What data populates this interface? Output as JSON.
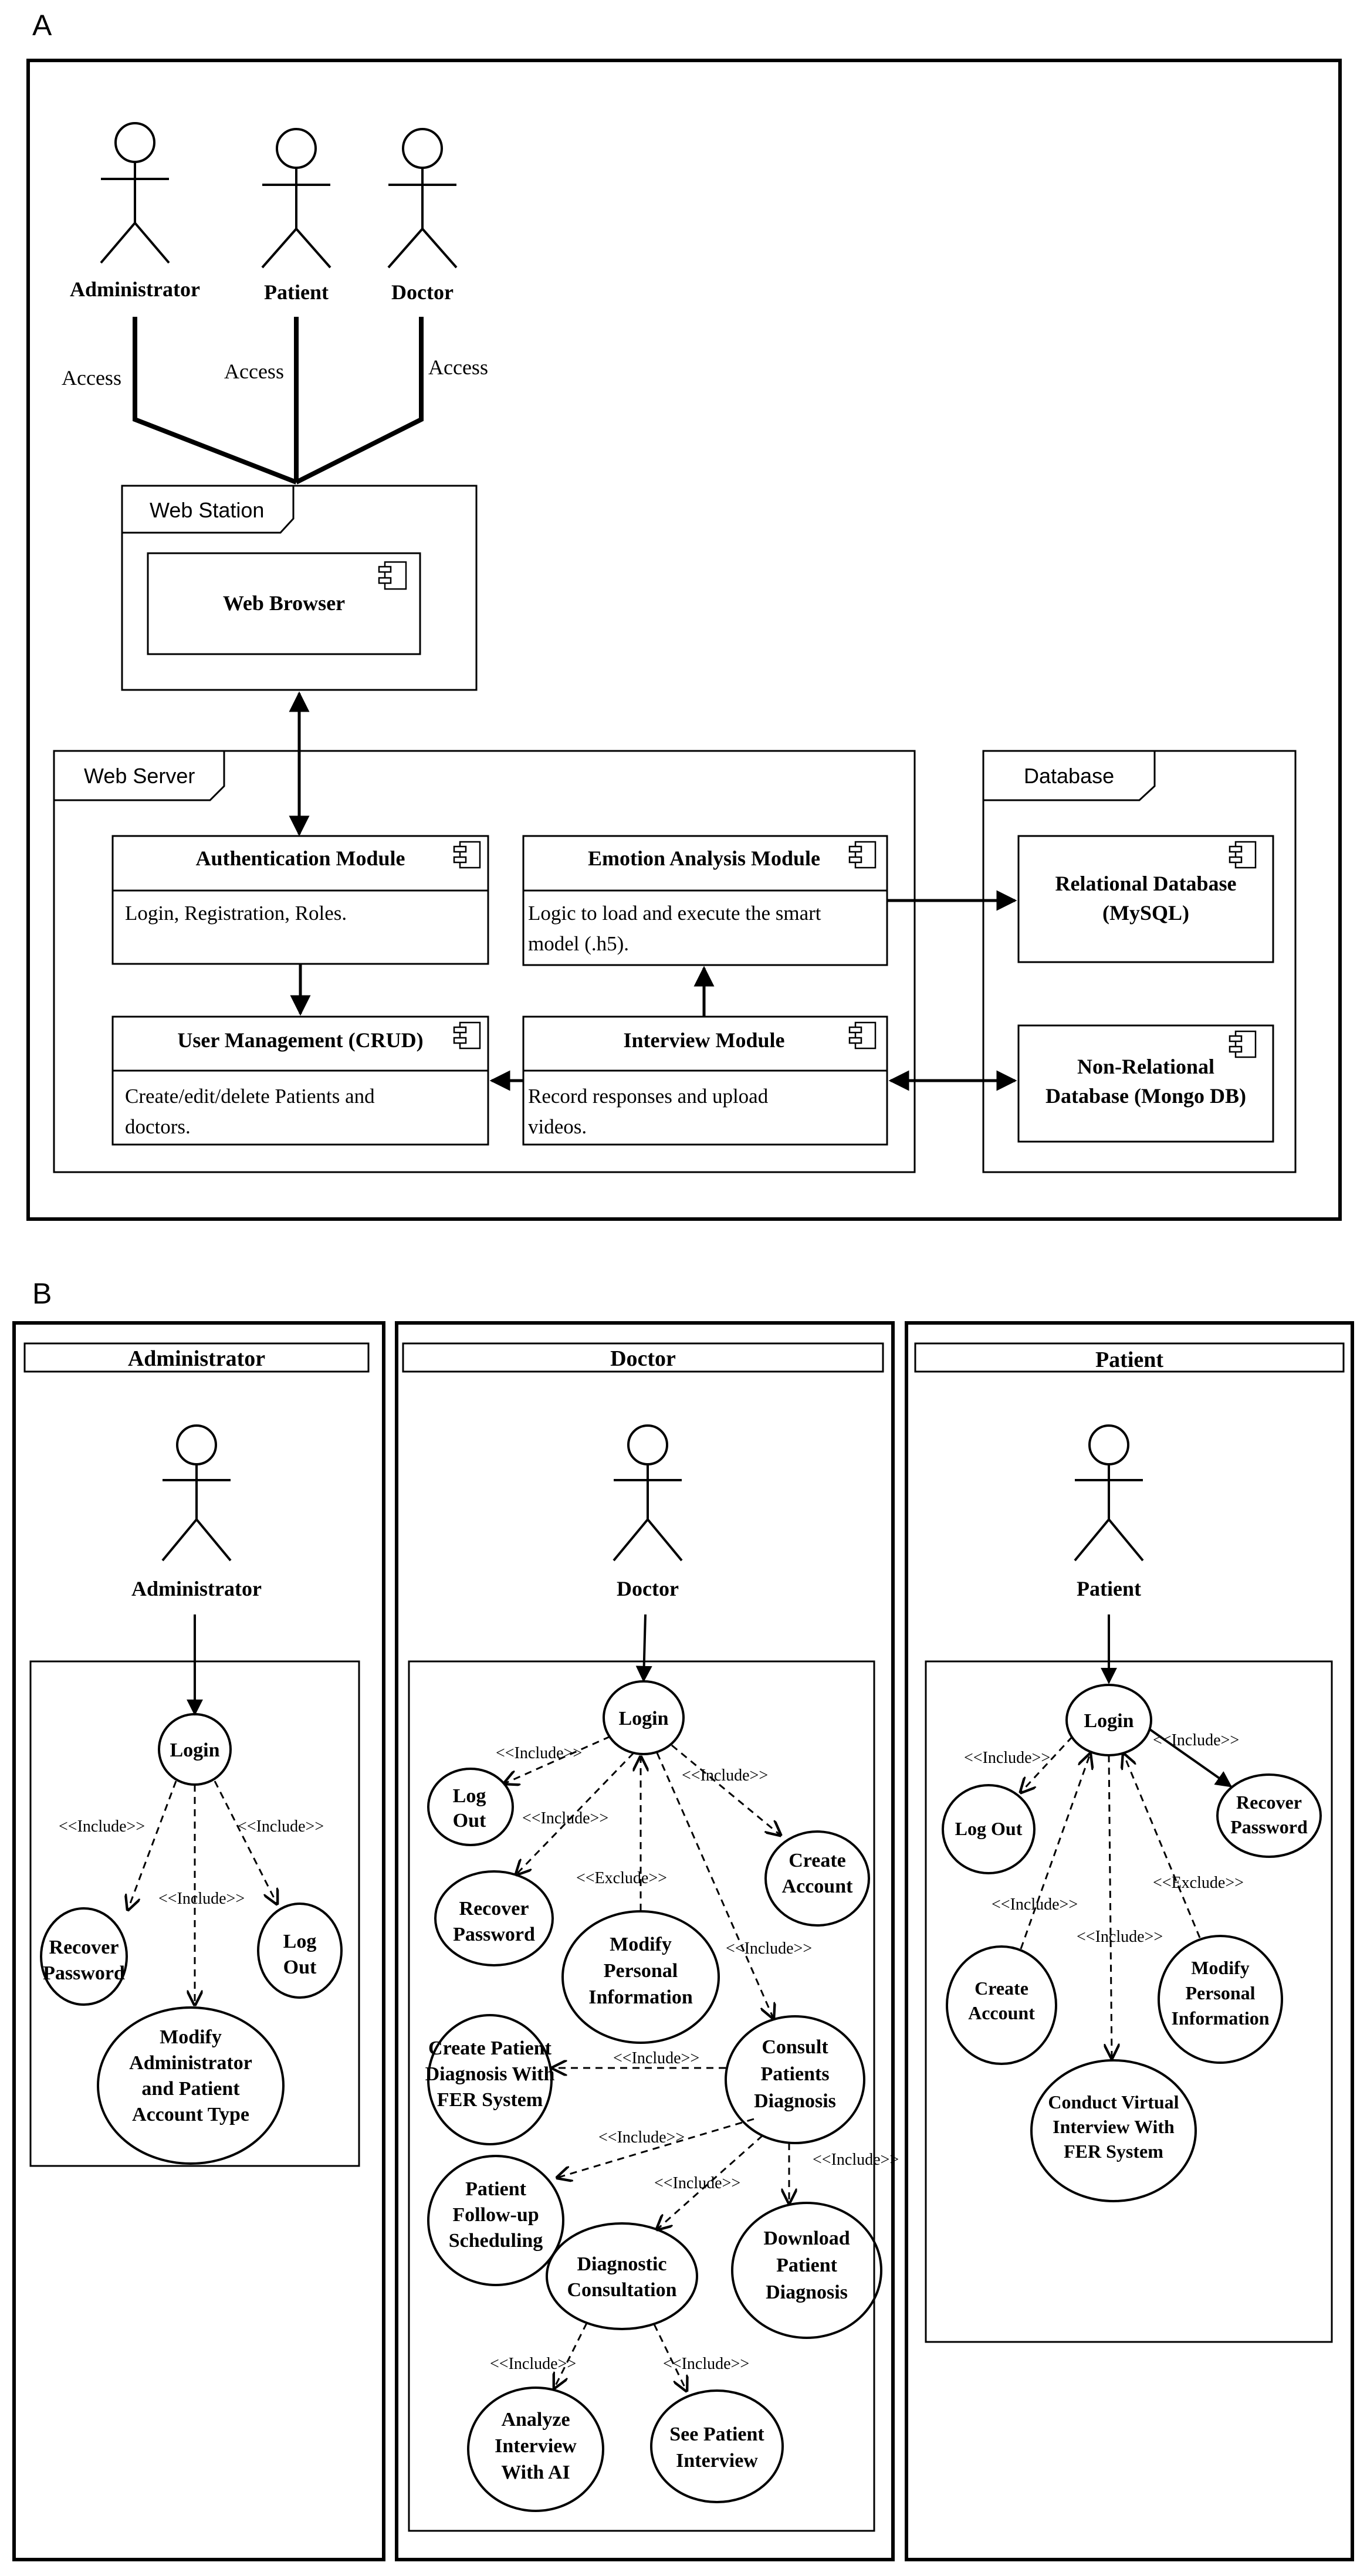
{
  "panel_a": {
    "label": "A",
    "actors": {
      "administrator": "Administrator",
      "patient": "Patient",
      "doctor": "Doctor"
    },
    "access_label": "Access",
    "web_station": {
      "title": "Web Station",
      "component": "Web Browser"
    },
    "web_server": {
      "title": "Web Server",
      "auth": {
        "title": "Authentication Module",
        "desc": "Login, Registration, Roles."
      },
      "emotion": {
        "title": "Emotion Analysis Module",
        "desc_line1": "Logic to load and execute the smart",
        "desc_line2": "model (.h5)."
      },
      "user_mgmt": {
        "title": "User Management (CRUD)",
        "desc_line1": "Create/edit/delete Patients and",
        "desc_line2": "doctors."
      },
      "interview": {
        "title": "Interview Module",
        "desc_line1": "Record responses and upload",
        "desc_line2": "videos."
      }
    },
    "database": {
      "title": "Database",
      "relational_line1": "Relational Database",
      "relational_line2": "(MySQL)",
      "nonrelational_line1": "Non-Relational",
      "nonrelational_line2": "Database (Mongo DB)"
    }
  },
  "panel_b": {
    "label": "B",
    "include": "<<Include>>",
    "exclude": "<<Exclude>>",
    "administrator": {
      "header": "Administrator",
      "actor": "Administrator",
      "login": "Login",
      "recover_1": "Recover",
      "recover_2": "Password",
      "logout_1": "Log",
      "logout_2": "Out",
      "modify_1": "Modify",
      "modify_2": "Administrator",
      "modify_3": "and Patient",
      "modify_4": "Account Type"
    },
    "doctor": {
      "header": "Doctor",
      "actor": "Doctor",
      "login": "Login",
      "logout_1": "Log",
      "logout_2": "Out",
      "recover_1": "Recover",
      "recover_2": "Password",
      "modify_1": "Modify",
      "modify_2": "Personal",
      "modify_3": "Information",
      "create_1": "Create",
      "create_2": "Account",
      "create_diag_1": "Create Patient",
      "create_diag_2": "Diagnosis With",
      "create_diag_3": "FER System",
      "consult_1": "Consult",
      "consult_2": "Patients",
      "consult_3": "Diagnosis",
      "followup_1": "Patient",
      "followup_2": "Follow-up",
      "followup_3": "Scheduling",
      "diag_consult_1": "Diagnostic",
      "diag_consult_2": "Consultation",
      "download_1": "Download",
      "download_2": "Patient",
      "download_3": "Diagnosis",
      "analyze_1": "Analyze",
      "analyze_2": "Interview",
      "analyze_3": "With AI",
      "see_1": "See Patient",
      "see_2": "Interview"
    },
    "patient": {
      "header": "Patient",
      "actor": "Patient",
      "login": "Login",
      "logout": "Log Out",
      "recover_1": "Recover",
      "recover_2": "Password",
      "create_1": "Create",
      "create_2": "Account",
      "conduct_1": "Conduct Virtual",
      "conduct_2": "Interview With",
      "conduct_3": "FER System",
      "modify_1": "Modify",
      "modify_2": "Personal",
      "modify_3": "Information"
    }
  }
}
